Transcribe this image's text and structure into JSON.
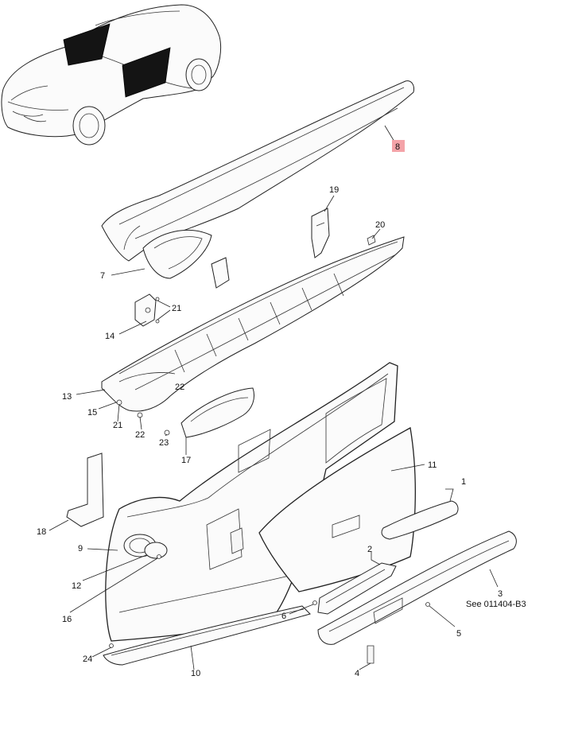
{
  "diagram": {
    "labels": [
      {
        "id": "p1",
        "text": "1"
      },
      {
        "id": "p2",
        "text": "2"
      },
      {
        "id": "p3",
        "text": "3"
      },
      {
        "id": "p4",
        "text": "4"
      },
      {
        "id": "p5",
        "text": "5"
      },
      {
        "id": "p6",
        "text": "6"
      },
      {
        "id": "p7",
        "text": "7"
      },
      {
        "id": "p8",
        "text": "8"
      },
      {
        "id": "p9",
        "text": "9"
      },
      {
        "id": "p10",
        "text": "10"
      },
      {
        "id": "p11",
        "text": "11"
      },
      {
        "id": "p12",
        "text": "12"
      },
      {
        "id": "p13",
        "text": "13"
      },
      {
        "id": "p14",
        "text": "14"
      },
      {
        "id": "p15",
        "text": "15"
      },
      {
        "id": "p16",
        "text": "16"
      },
      {
        "id": "p17",
        "text": "17"
      },
      {
        "id": "p18",
        "text": "18"
      },
      {
        "id": "p19",
        "text": "19"
      },
      {
        "id": "p20",
        "text": "20"
      },
      {
        "id": "p21a",
        "text": "21"
      },
      {
        "id": "p21b",
        "text": "21"
      },
      {
        "id": "p22a",
        "text": "22"
      },
      {
        "id": "p22b",
        "text": "22"
      },
      {
        "id": "p23",
        "text": "23"
      },
      {
        "id": "p24",
        "text": "24"
      }
    ],
    "reference_note": "See 011404-B3",
    "highlight_color": "#f4a3a8"
  }
}
